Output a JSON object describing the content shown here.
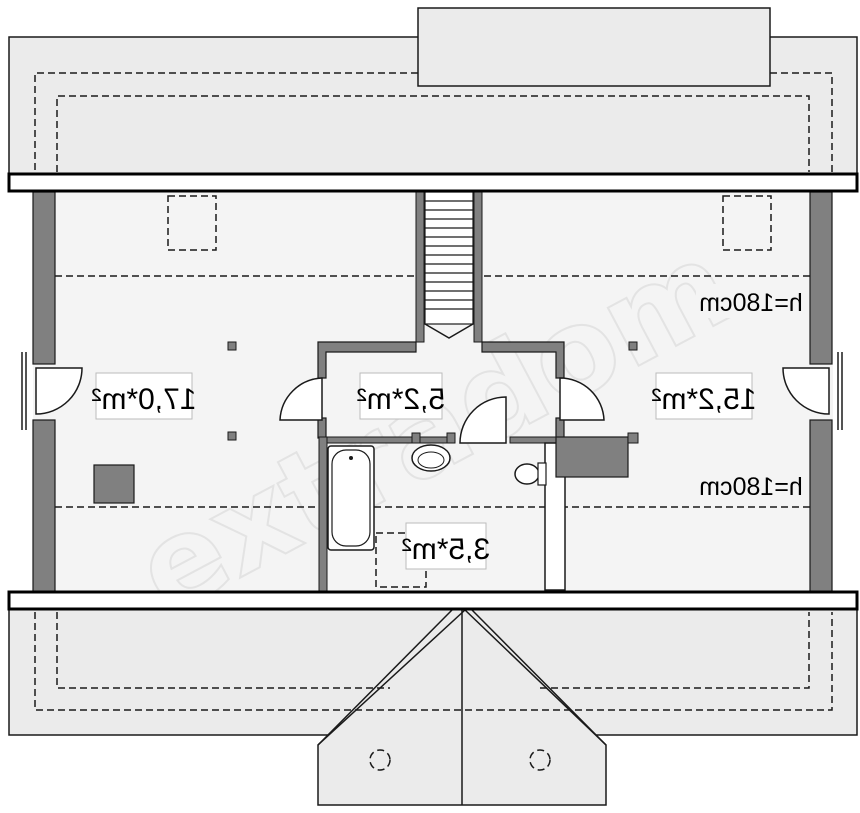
{
  "plan": {
    "rooms": [
      {
        "id": "left-room",
        "area": "17,0*m²"
      },
      {
        "id": "hall",
        "area": "5,2*m²"
      },
      {
        "id": "right-room",
        "area": "15,2*m²"
      },
      {
        "id": "bathroom",
        "area": "3,5*m²"
      }
    ],
    "height_lines": [
      {
        "id": "upper",
        "label": "h=180cm"
      },
      {
        "id": "lower",
        "label": "h=180cm"
      }
    ],
    "watermark": "extradom"
  },
  "colors": {
    "roof": "#ebebeb",
    "wall": "#808080",
    "floor": "#f4f4f4"
  }
}
